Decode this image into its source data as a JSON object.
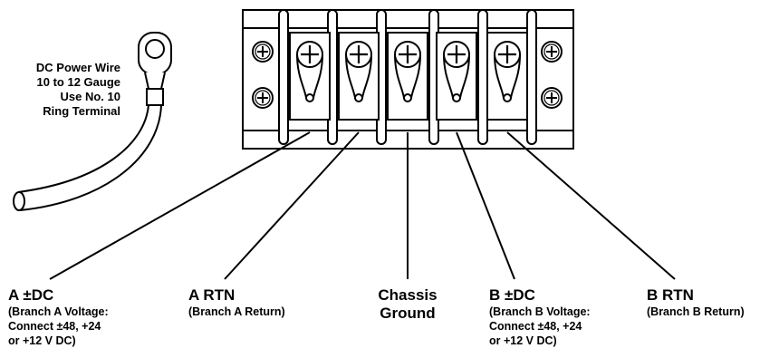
{
  "wire_note": {
    "lines": [
      "DC Power Wire",
      "10 to 12 Gauge",
      "Use No. 10",
      "Ring Terminal"
    ]
  },
  "terminals": [
    {
      "title": "A ±DC",
      "sub": [
        "(Branch A Voltage:",
        "Connect ±48, +24",
        "or +12 V DC)"
      ]
    },
    {
      "title": "A RTN",
      "sub": [
        "(Branch A Return)"
      ]
    },
    {
      "title": "Chassis",
      "title2": "Ground",
      "sub": []
    },
    {
      "title": "B ±DC",
      "sub": [
        "(Branch B Voltage:",
        "Connect ±48, +24",
        "or +12 V DC)"
      ]
    },
    {
      "title": "B RTN",
      "sub": [
        "(Branch B Return)"
      ]
    }
  ]
}
